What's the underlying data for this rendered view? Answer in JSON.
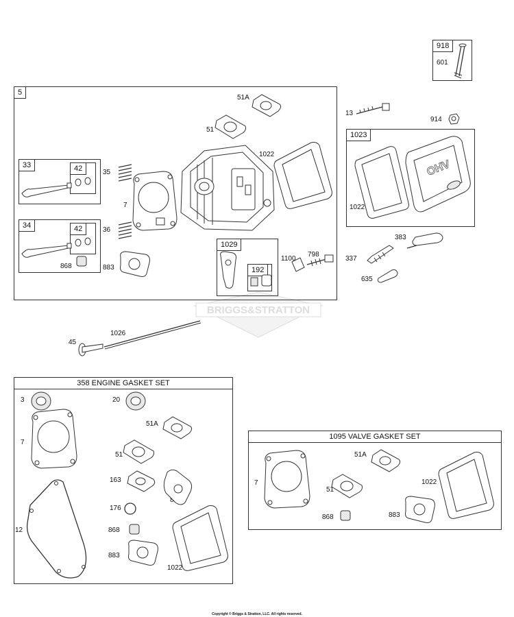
{
  "watermark": "BRIGGS&STRATTON",
  "copyright": "Copyright © Briggs & Stratton, LLC. All rights reserved.",
  "callouts": {
    "c918": "918",
    "c601": "601",
    "c5": "5",
    "c51A_a": "51A",
    "c51_a": "51",
    "c1022_a": "1022",
    "c33": "33",
    "c42_a": "42",
    "c34": "34",
    "c42_b": "42",
    "c35": "35",
    "c7_a": "7",
    "c36": "36",
    "c868_a": "868",
    "c883_a": "883",
    "c1029": "1029",
    "c192": "192",
    "c1100": "1100",
    "c798": "798",
    "c13": "13",
    "c914": "914",
    "c1023": "1023",
    "c1022_b": "1022",
    "c383": "383",
    "c337": "337",
    "c635": "635",
    "c1026": "1026",
    "c45": "45",
    "c3": "3",
    "c20": "20",
    "c7_b": "7",
    "c51A_b": "51A",
    "c51_b": "51",
    "c163": "163",
    "c883A": "883A",
    "c176": "176",
    "c12": "12",
    "c868_b": "868",
    "c883_b": "883",
    "c1022_c": "1022",
    "c7_c": "7",
    "c51A_c": "51A",
    "c51_c": "51",
    "c1022_d": "1022",
    "c868_c": "868",
    "c883_c": "883"
  },
  "kits": {
    "engine_gasket_set": "358 ENGINE GASKET SET",
    "valve_gasket_set": "1095 VALVE GASKET SET"
  },
  "cover_lettering": "OHV"
}
